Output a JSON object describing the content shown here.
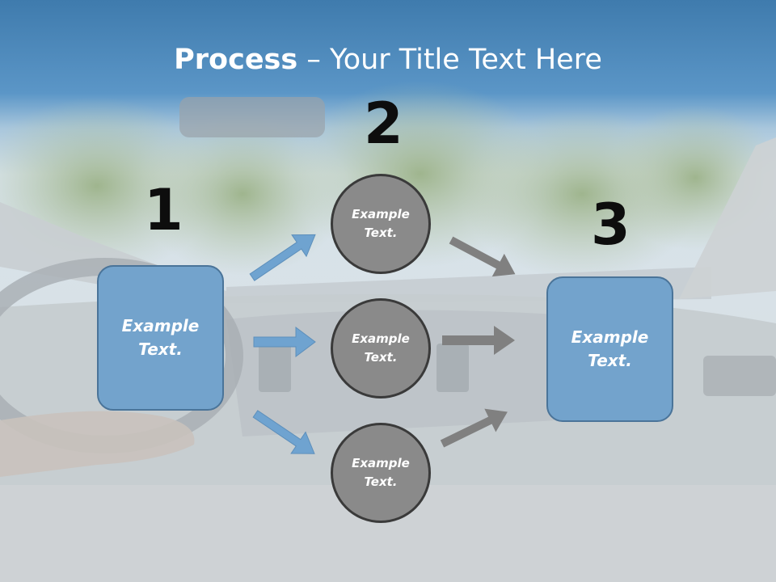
{
  "title": {
    "bold": "Process",
    "rest": " – Your Title Text Here"
  },
  "steps": {
    "one": "1",
    "two": "2",
    "three": "3"
  },
  "left_box": {
    "text": "Example Text."
  },
  "right_box": {
    "text": "Example Text."
  },
  "circles": [
    {
      "text": "Example Text."
    },
    {
      "text": "Example Text."
    },
    {
      "text": "Example Text."
    }
  ],
  "colors": {
    "header_blue": "#4f88b7",
    "box_fill": "#73a3cc",
    "box_border": "#4a7499",
    "circle_fill": "#8a8a8a",
    "blue_arrow": "#6fa3d0",
    "gray_arrow": "#808080"
  },
  "icons": {
    "arrow": "arrow-icon"
  }
}
